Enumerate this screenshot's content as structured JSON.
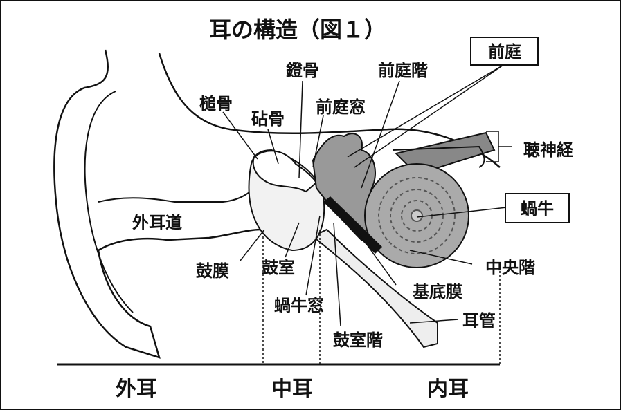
{
  "title": "耳の構造（図１）",
  "labels": {
    "vestibule": "前庭",
    "stapes": "鐙骨",
    "scala_vestibuli": "前庭階",
    "malleus": "槌骨",
    "incus": "砧骨",
    "oval_window": "前庭窓",
    "auditory_nerve": "聴神経",
    "cochlea": "蝸牛",
    "ear_canal": "外耳道",
    "scala_media": "中央階",
    "eardrum": "鼓膜",
    "tympanic_cavity": "鼓室",
    "basilar_membrane": "基底膜",
    "round_window": "蝸牛窓",
    "eustachian_tube": "耳管",
    "scala_tympani": "鼓室階"
  },
  "sections": {
    "outer": "外耳",
    "middle": "中耳",
    "inner": "内耳"
  }
}
